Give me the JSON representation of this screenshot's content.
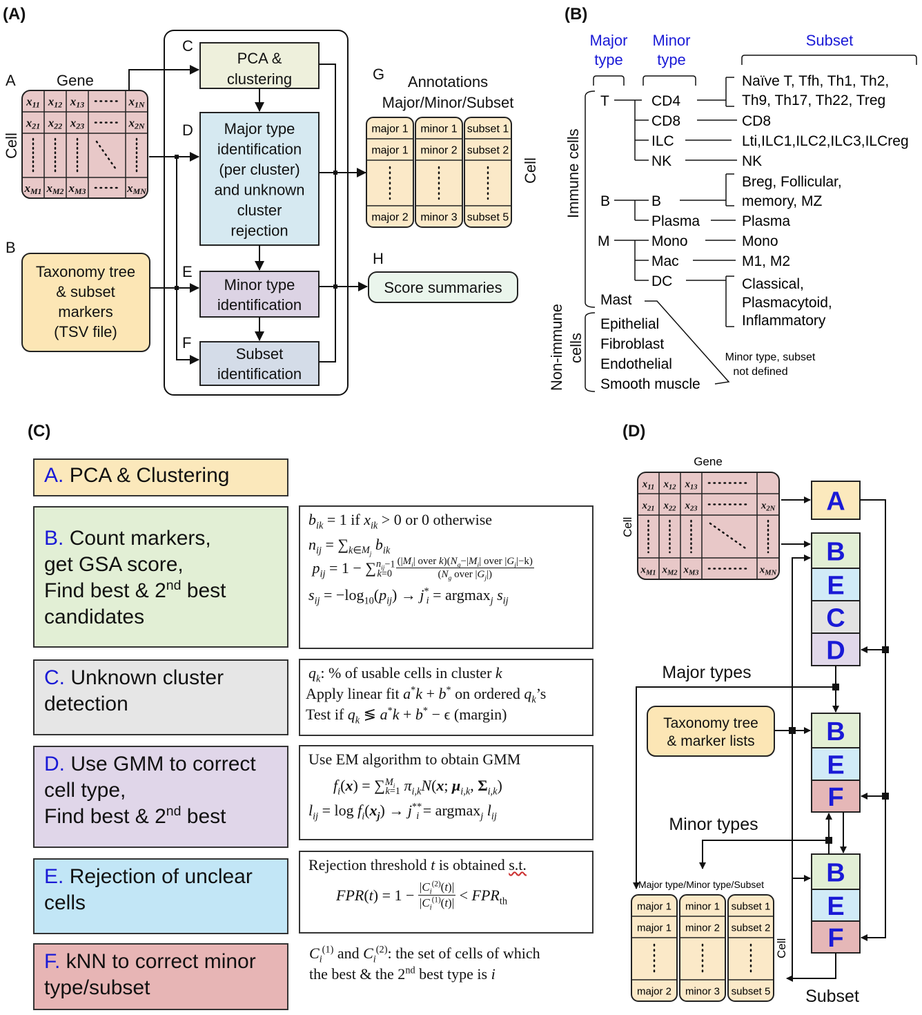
{
  "panels": {
    "a": "(A)",
    "b": "(B)",
    "c": "(C)",
    "d": "(D)"
  },
  "panel_a": {
    "input_label_a": "A",
    "input_label_b": "B",
    "gene_label": "Gene",
    "cell_label": "Cell",
    "matrix": {
      "rows": [
        [
          "x11",
          "x12",
          "x13",
          "……",
          "x1N"
        ],
        [
          "x21",
          "x22",
          "x23",
          "……",
          "x2N"
        ],
        [
          "⋮",
          "⋮",
          "⋮",
          "⋱",
          "⋮"
        ],
        [
          "xM1",
          "xM2",
          "xM3",
          "……",
          "xMN"
        ]
      ]
    },
    "taxonomy_box": [
      "Taxonomy tree",
      "& subset",
      "markers",
      "(TSV file)"
    ],
    "steps": {
      "c": {
        "letter": "C",
        "lines": [
          "PCA &",
          "clustering"
        ]
      },
      "d": {
        "letter": "D",
        "lines": [
          "Major type",
          "identification",
          "(per cluster)",
          "and unknown",
          "cluster",
          "rejection"
        ]
      },
      "e": {
        "letter": "E",
        "lines": [
          "Minor type",
          "identification"
        ]
      },
      "f": {
        "letter": "F",
        "lines": [
          "Subset",
          "identification"
        ]
      }
    },
    "output_g": {
      "letter": "G",
      "title_lines": [
        "Annotations",
        "Major/Minor/Subset"
      ],
      "cell_label": "Cell",
      "columns": [
        [
          "major 1",
          "major 1",
          "⋮",
          "major 2"
        ],
        [
          "minor 1",
          "minor 2",
          "⋮",
          "minor 3"
        ],
        [
          "subset 1",
          "subset 2",
          "⋮",
          "subset 5"
        ]
      ]
    },
    "output_h": {
      "letter": "H",
      "label": "Score summaries"
    }
  },
  "panel_b": {
    "headers": {
      "major": [
        "Major",
        "type"
      ],
      "minor": [
        "Minor",
        "type"
      ],
      "subset": "Subset"
    },
    "group_immune": "Immune cells",
    "group_nonimmune": [
      "Non-immune",
      "cells"
    ],
    "major_types": [
      "T",
      "B",
      "M",
      "Mast"
    ],
    "rows": [
      {
        "minor": "CD4",
        "subset": [
          "Naïve T, Tfh, Th1, Th2,",
          "Th9, Th17, Th22, Treg"
        ]
      },
      {
        "minor": "CD8",
        "subset": [
          "CD8"
        ]
      },
      {
        "minor": "ILC",
        "subset": [
          "Lti,ILC1,ILC2,ILC3,ILCreg"
        ]
      },
      {
        "minor": "NK",
        "subset": [
          "NK"
        ]
      },
      {
        "minor": "B",
        "subset": [
          "Breg, Follicular,",
          "memory, MZ"
        ]
      },
      {
        "minor": "Plasma",
        "subset": [
          "Plasma"
        ]
      },
      {
        "minor": "Mono",
        "subset": [
          "Mono"
        ]
      },
      {
        "minor": "Mac",
        "subset": [
          "M1, M2"
        ]
      },
      {
        "minor": "DC",
        "subset": [
          "Classical,",
          "Plasmacytoid,",
          "Inflammatory"
        ]
      }
    ],
    "non_immune": [
      "Epithelial",
      "Fibroblast",
      "Endothelial",
      "Smooth muscle"
    ],
    "note": [
      "Minor type, subset",
      "not defined"
    ]
  },
  "panel_c": {
    "steps": [
      {
        "letter": "A.",
        "lines": [
          "PCA & Clustering"
        ],
        "color": "#fbe8bb"
      },
      {
        "letter": "B.",
        "lines": [
          "Count markers,",
          "get GSA score,",
          "Find best & 2nd best",
          "candidates"
        ],
        "color": "#e2efd5"
      },
      {
        "letter": "C.",
        "lines": [
          "Unknown cluster",
          "detection"
        ],
        "color": "#e6e6e6"
      },
      {
        "letter": "D.",
        "lines": [
          "Use GMM to correct",
          "cell type,",
          "Find best & 2nd best"
        ],
        "color": "#e0d6e9"
      },
      {
        "letter": "E.",
        "lines": [
          "Rejection of unclear",
          "cells"
        ],
        "color": "#c2e6f6"
      },
      {
        "letter": "F.",
        "lines": [
          "kNN to correct minor",
          "type/subset"
        ],
        "color": "#e7b5b5"
      }
    ],
    "formulas": {
      "b": [
        "b_ik = 1 if x_ik > 0 or 0 otherwise",
        "n_ij = Σ_{k∈M_j} b_ik",
        "p_ij = 1 − Σ_{k=0}^{n_ij−1} C(|M_i|,k)·C(N_g−|M_i|,|G_j|−k) / C(N_g,|G_j|)",
        "s_ij = −log10(p_ij) → j_i* = argmax_j s_ij"
      ],
      "c": [
        "q_k: % of usable cells in cluster k",
        "Apply linear fit a*k + b* on ordered q_k's",
        "Test if q_k ≶ a*k + b* − ϵ (margin)"
      ],
      "d": [
        "Use EM algorithm to obtain GMM",
        "f_i(x) = Σ_{k=1}^{M_i} π_{i,k} N(x; μ_{i,k}, Σ_{i,k})",
        "l_ij = log f_i(x_j) → j_i** = argmax_j l_ij"
      ],
      "e": [
        "Rejection threshold t is obtained s.t.",
        "FPR(t) = 1 − |C_i^(2)(t)| / |C_i^(1)(t)| < FPR_th"
      ],
      "note": [
        "C_i^(1) and C_i^(2): the set of cells of which",
        "the best & the 2nd best type is i"
      ]
    }
  },
  "panel_d": {
    "gene_label": "Gene",
    "cell_label": "Cell",
    "stack1": [
      "B",
      "E",
      "C",
      "D"
    ],
    "stack2": [
      "B",
      "E",
      "F"
    ],
    "stack3": [
      "B",
      "E",
      "F"
    ],
    "box_a": "A",
    "taxonomy": [
      "Taxonomy tree",
      "& marker lists"
    ],
    "major_types_label": "Major types",
    "minor_types_label": "Minor types",
    "subset_label": "Subset",
    "table_title": "Major type/Minor type/Subset",
    "table_columns": [
      [
        "major 1",
        "major 1",
        "⋮",
        "major 2"
      ],
      [
        "minor 1",
        "minor 2",
        "⋮",
        "minor 3"
      ],
      [
        "subset 1",
        "subset 2",
        "⋮",
        "subset 5"
      ]
    ]
  },
  "colors": {
    "matrix_bg": "#e8c8c8",
    "pca_bg": "#eef0dc",
    "major_bg": "#d6e9f1",
    "minor_bg": "#dcd3e4",
    "subset_bg": "#d4dce8",
    "taxonomy_bg": "#fce6b5",
    "annot_bg": "#fbe9c8",
    "score_bg": "#eaf5ec",
    "letter_blue": "#1a1ad6"
  }
}
